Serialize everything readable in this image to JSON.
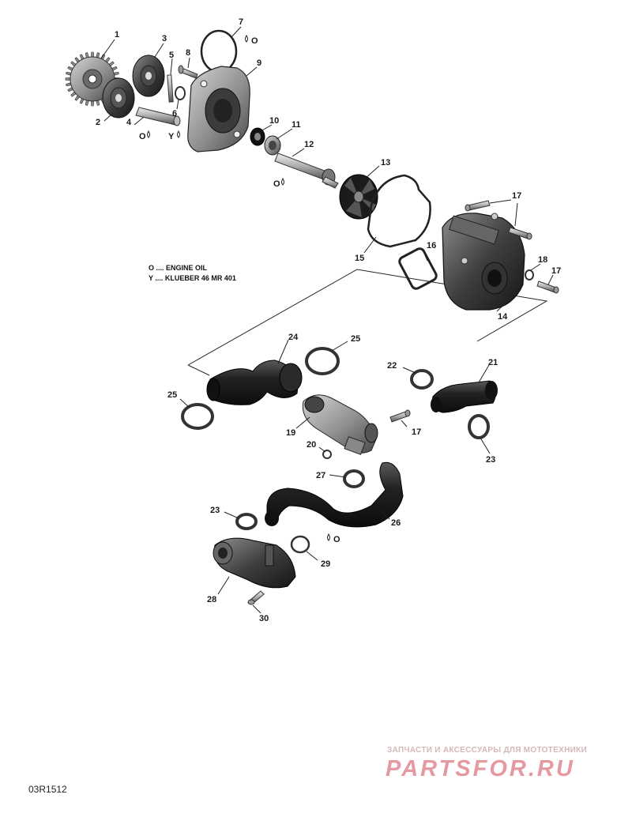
{
  "callouts": [
    {
      "id": "c1",
      "label": "1"
    },
    {
      "id": "c2",
      "label": "2"
    },
    {
      "id": "c3",
      "label": "3"
    },
    {
      "id": "c4",
      "label": "4"
    },
    {
      "id": "c5",
      "label": "5"
    },
    {
      "id": "c6",
      "label": "6"
    },
    {
      "id": "c7",
      "label": "7"
    },
    {
      "id": "c8",
      "label": "8"
    },
    {
      "id": "c9",
      "label": "9"
    },
    {
      "id": "c10",
      "label": "10"
    },
    {
      "id": "c11",
      "label": "11"
    },
    {
      "id": "c12",
      "label": "12"
    },
    {
      "id": "c13",
      "label": "13"
    },
    {
      "id": "c14",
      "label": "14"
    },
    {
      "id": "c15",
      "label": "15"
    },
    {
      "id": "c16",
      "label": "16"
    },
    {
      "id": "c17a",
      "label": "17"
    },
    {
      "id": "c17b",
      "label": "17"
    },
    {
      "id": "c17c",
      "label": "17"
    },
    {
      "id": "c18",
      "label": "18"
    },
    {
      "id": "c19",
      "label": "19"
    },
    {
      "id": "c20",
      "label": "20"
    },
    {
      "id": "c21",
      "label": "21"
    },
    {
      "id": "c22",
      "label": "22"
    },
    {
      "id": "c23a",
      "label": "23"
    },
    {
      "id": "c23b",
      "label": "23"
    },
    {
      "id": "c24",
      "label": "24"
    },
    {
      "id": "c25a",
      "label": "25"
    },
    {
      "id": "c25b",
      "label": "25"
    },
    {
      "id": "c26",
      "label": "26"
    },
    {
      "id": "c27",
      "label": "27"
    },
    {
      "id": "c28",
      "label": "28"
    },
    {
      "id": "c29",
      "label": "29"
    },
    {
      "id": "c30",
      "label": "30"
    }
  ],
  "lube_marks": [
    {
      "id": "m1",
      "label": "O"
    },
    {
      "id": "m2",
      "label": "Y"
    },
    {
      "id": "m3",
      "label": "O"
    },
    {
      "id": "m4",
      "label": "O"
    },
    {
      "id": "m5",
      "label": "O"
    }
  ],
  "legend": {
    "engine_oil": "O .... ENGINE OIL",
    "klueber": "Y .... KLUEBER 46 MR 401"
  },
  "drawing_number": "03R1512",
  "watermark": {
    "tagline": "ЗАПЧАСТИ И АКСЕССУАРЫ ДЛЯ МОТОТЕХНИКИ",
    "brand": "PARTSFOR.RU",
    "brand_color": "#e59aa2"
  }
}
